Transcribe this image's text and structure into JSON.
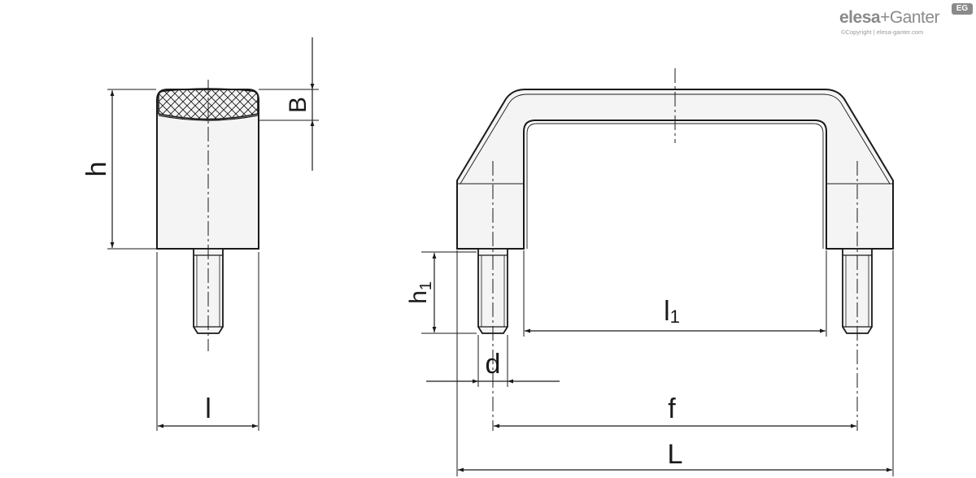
{
  "logo": {
    "brand": "elesa",
    "brand_join": "+Ganter",
    "badge": "EG",
    "copyright": "©Copyright | elesa-ganter.com"
  },
  "dimensions": {
    "B": "B",
    "h": "h",
    "l": "l",
    "h1": "h",
    "h1_sub": "1",
    "l1": "l",
    "l1_sub": "1",
    "d": "d",
    "f": "f",
    "L": "L"
  },
  "colors": {
    "line": "#1a1a1a",
    "fill": "#f4f4f4",
    "logo": "#8a8a8a"
  }
}
